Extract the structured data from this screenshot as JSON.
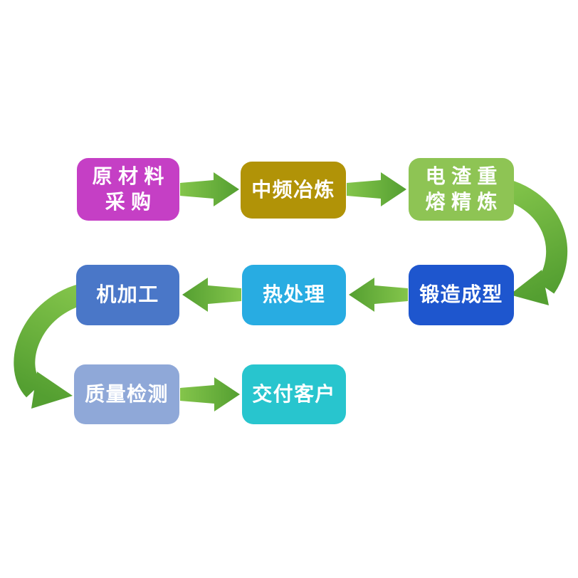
{
  "flowchart": {
    "arrow_light": "#84C54B",
    "arrow_dark": "#549F31",
    "nodes": [
      {
        "id": "raw-material-purchase",
        "label": "原材料\n采购",
        "color": "#C53FC5"
      },
      {
        "id": "medium-frequency-smelting",
        "label": "中频冶炼",
        "color": "#B19307"
      },
      {
        "id": "electroslag-remelting-refining",
        "label": "电渣重\n熔精炼",
        "color": "#8EC454"
      },
      {
        "id": "forging",
        "label": "锻造成型",
        "color": "#1E56CE"
      },
      {
        "id": "heat-treatment",
        "label": "热处理",
        "color": "#28ACE2"
      },
      {
        "id": "machining",
        "label": "机加工",
        "color": "#4A77C8"
      },
      {
        "id": "quality-inspection",
        "label": "质量检测",
        "color": "#8FA8D8"
      },
      {
        "id": "delivery-to-customer",
        "label": "交付客户",
        "color": "#28C5CE"
      }
    ]
  }
}
